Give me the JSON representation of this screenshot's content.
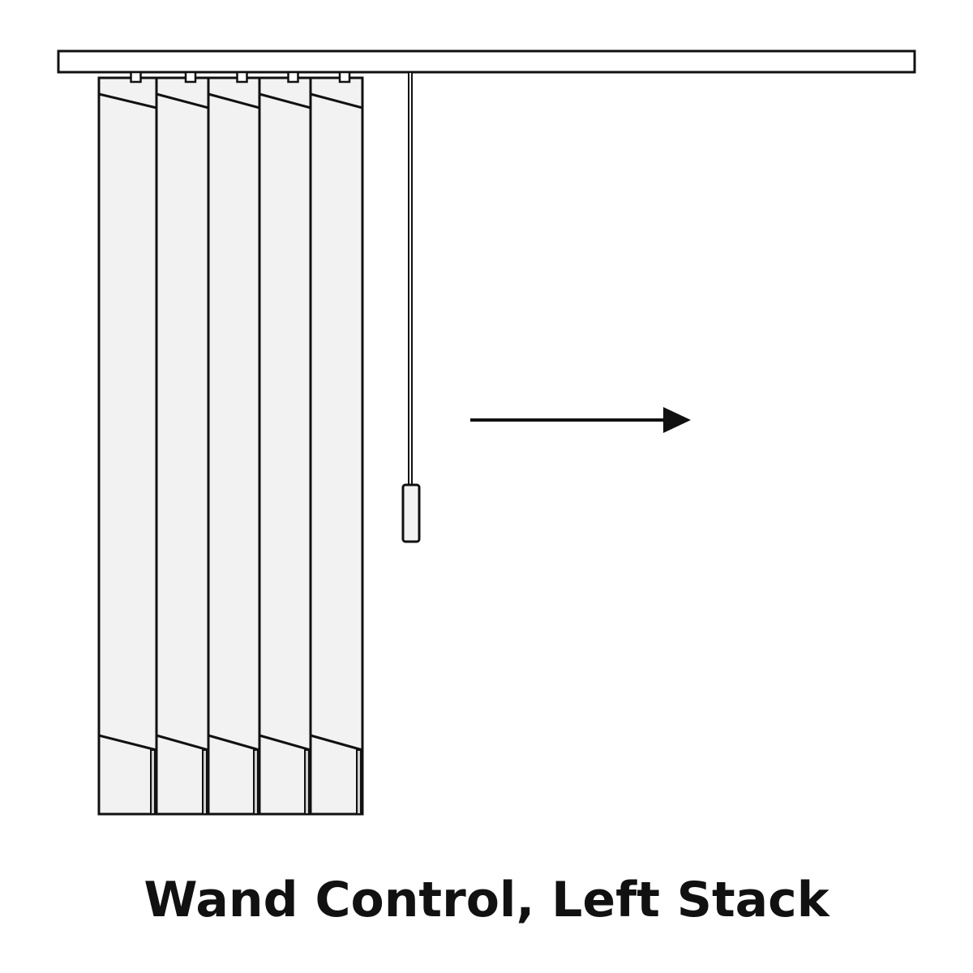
{
  "caption": "Wand Control, Left Stack",
  "diagram": {
    "subject": "vertical blind",
    "control_type": "wand",
    "stack_side": "left",
    "slat_count": 5,
    "arrow_direction": "right",
    "icons": [
      "headrail",
      "vane",
      "wand",
      "direction-arrow"
    ],
    "colors": {
      "stroke": "#111111",
      "vane_fill": "#f2f2f2",
      "background": "#ffffff"
    }
  }
}
